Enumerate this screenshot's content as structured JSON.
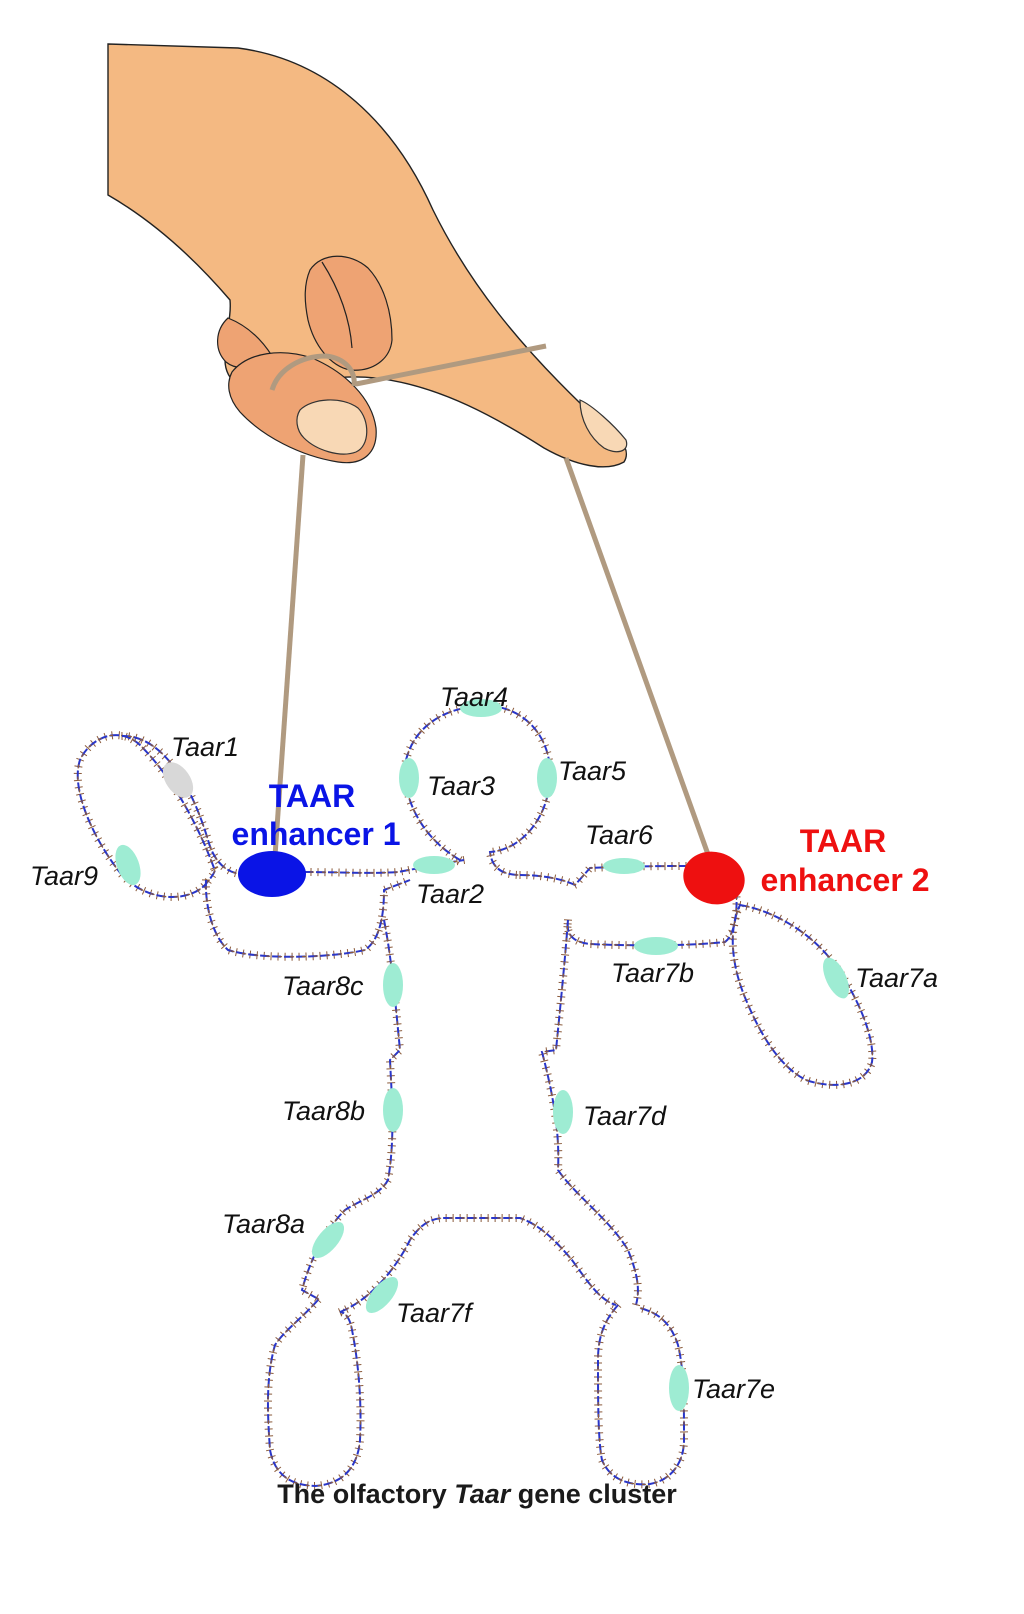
{
  "colors": {
    "skin": "#f4b982",
    "skin_dark": "#eea373",
    "nail": "#f8d8b5",
    "string": "#b09a80",
    "dna_backbone": "#2a36c8",
    "dna_rungs": "#8a5a3a",
    "gene": "#9eecd3",
    "gene_inactive": "#d8d8d8",
    "enhancer1": "#0a14e6",
    "enhancer2": "#ee1010"
  },
  "enhancers": {
    "e1_line1": "TAAR",
    "e1_line2": "enhancer 1",
    "e2_line1": "TAAR",
    "e2_line2": "enhancer 2"
  },
  "genes": {
    "taar1": "Taar1",
    "taar2": "Taar2",
    "taar3": "Taar3",
    "taar4": "Taar4",
    "taar5": "Taar5",
    "taar6": "Taar6",
    "taar7a": "Taar7a",
    "taar7b": "Taar7b",
    "taar7d": "Taar7d",
    "taar7e": "Taar7e",
    "taar7f": "Taar7f",
    "taar8a": "Taar8a",
    "taar8b": "Taar8b",
    "taar8c": "Taar8c",
    "taar9": "Taar9"
  },
  "caption": {
    "pre": "The olfactory ",
    "italic": "Taar",
    "post": " gene cluster"
  }
}
